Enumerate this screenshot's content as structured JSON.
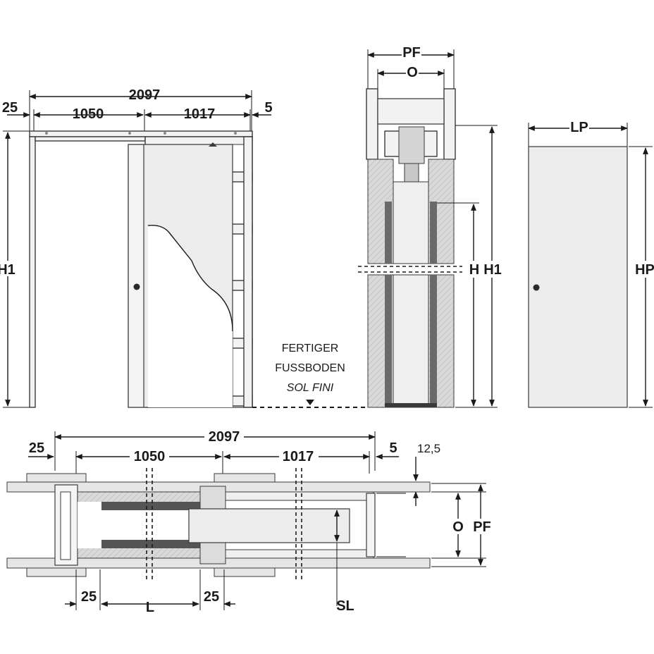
{
  "front_view": {
    "overall_width": "2097",
    "left_part": "1050",
    "right_part": "1017",
    "left_offset": "25",
    "right_offset": "5",
    "height": "H1"
  },
  "section_view": {
    "pf": "PF",
    "o": "O",
    "h": "H",
    "h1": "H1",
    "floor_label_line1": "FERTIGER",
    "floor_label_line2": "FUSSBODEN",
    "floor_label_line3": "SOL FINI"
  },
  "door_leaf": {
    "width": "LP",
    "height": "HP"
  },
  "plan_view": {
    "overall_width": "2097",
    "left_part": "1050",
    "right_part": "1017",
    "left_offset": "25",
    "right_offset": "5",
    "wall_offset": "12,5",
    "o": "O",
    "pf": "PF",
    "bottom_left": "25",
    "bottom_l": "L",
    "bottom_right": "25",
    "sl": "SL"
  }
}
